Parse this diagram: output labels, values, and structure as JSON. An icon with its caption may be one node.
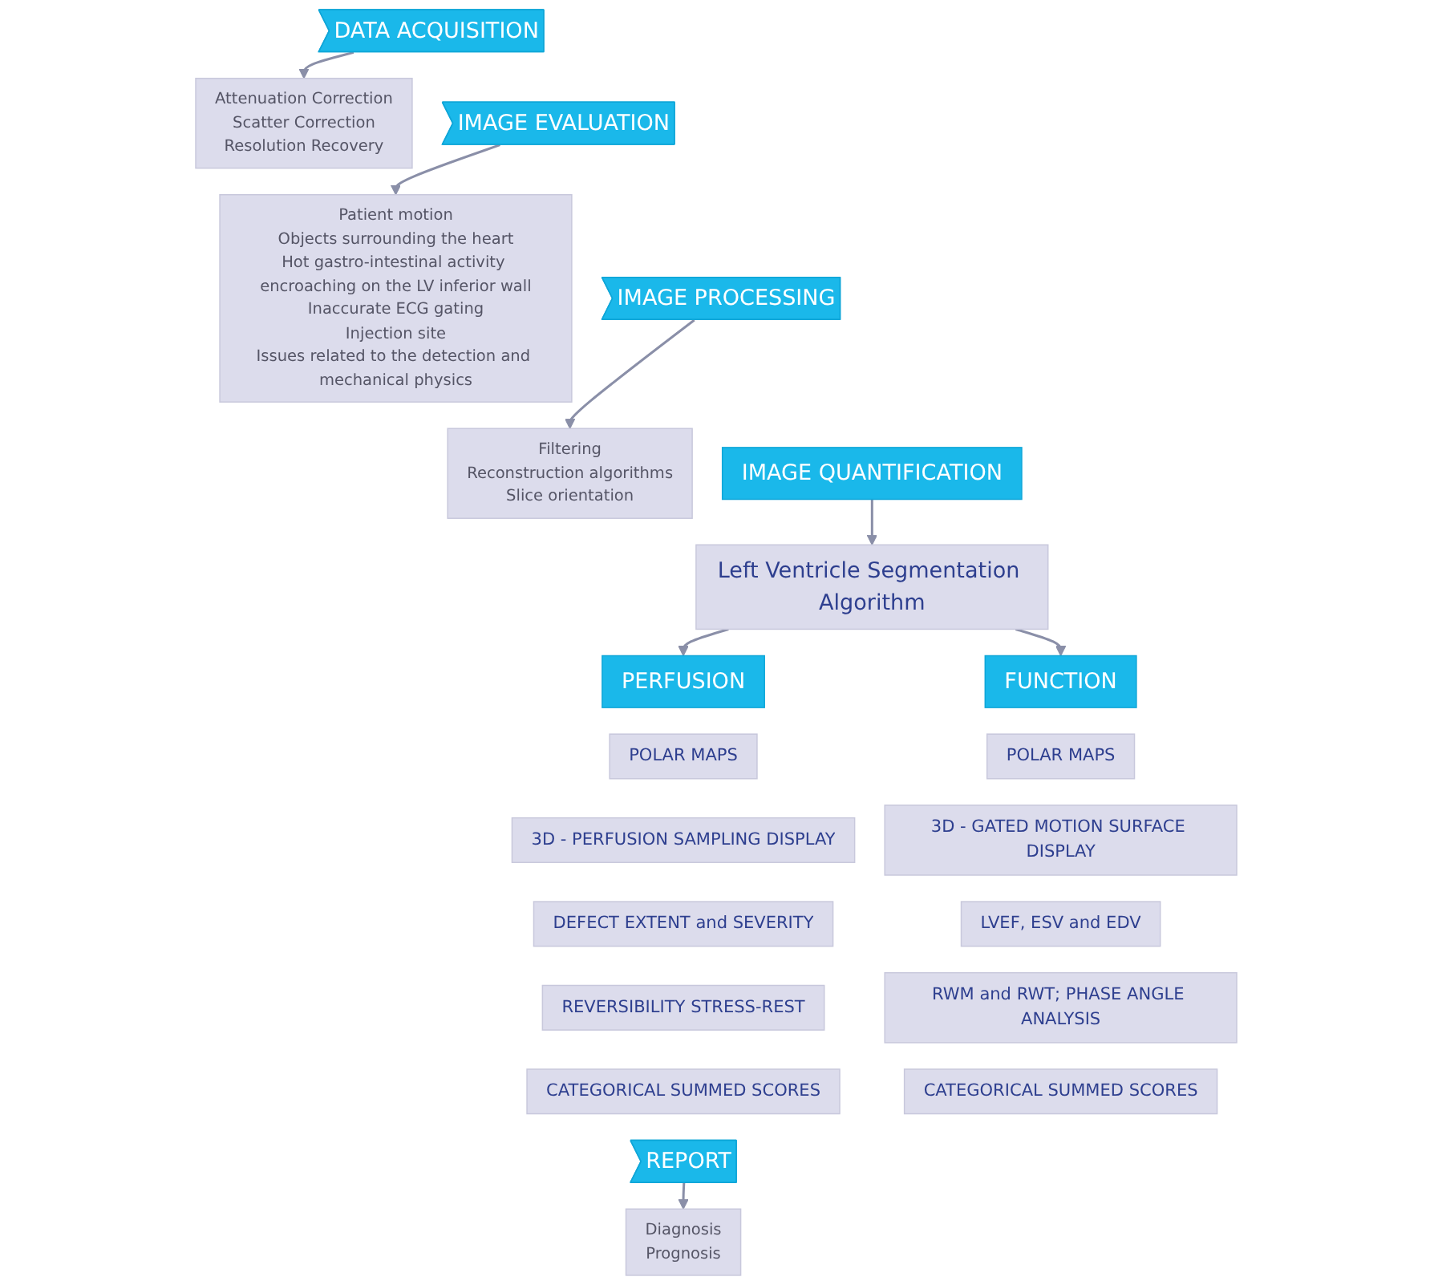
{
  "diagram": {
    "nodes": [
      {
        "text": [
          "DATA ACQUISITION"
        ]
      },
      {
        "text": [
          "Attenuation Correction",
          "Scatter Correction",
          "Resolution Recovery"
        ]
      },
      {
        "text": [
          "IMAGE EVALUATION"
        ]
      },
      {
        "text": [
          "Patient motion",
          "Objects surrounding the heart",
          "Hot gastro-intestinal activity encroaching on the LV inferior wall",
          "Inaccurate ECG gating",
          "Injection site",
          "Issues related to the detection and mechanical physics"
        ]
      },
      {
        "text": [
          "IMAGE PROCESSING"
        ]
      },
      {
        "text": [
          "Filtering",
          "Reconstruction algorithms",
          "Slice orientation"
        ]
      },
      {
        "text": [
          "IMAGE QUANTIFICATION"
        ]
      },
      {
        "text": [
          "Left Ventricle Segmentation Algorithm"
        ]
      },
      {
        "text": [
          "PERFUSION"
        ]
      },
      {
        "text": [
          "FUNCTION"
        ]
      },
      {
        "text": [
          "POLAR MAPS"
        ]
      },
      {
        "text": [
          "POLAR MAPS"
        ]
      },
      {
        "text": [
          "3D - PERFUSION SAMPLING DISPLAY"
        ]
      },
      {
        "text": [
          "3D - GATED MOTION SURFACE DISPLAY"
        ]
      },
      {
        "text": [
          "DEFECT EXTENT and SEVERITY"
        ]
      },
      {
        "text": [
          "LVEF, ESV and EDV"
        ]
      },
      {
        "text": [
          "REVERSIBILITY STRESS-REST"
        ]
      },
      {
        "text": [
          "RWM and RWT; PHASE ANGLE ANALYSIS"
        ]
      },
      {
        "text": [
          "CATEGORICAL SUMMED SCORES"
        ]
      },
      {
        "text": [
          "CATEGORICAL SUMMED SCORES"
        ]
      },
      {
        "text": [
          "REPORT"
        ]
      },
      {
        "text": [
          "Diagnosis",
          "Prognosis"
        ]
      }
    ],
    "edges": [
      {
        "from": 0,
        "to": 1,
        "arrow": "to"
      },
      {
        "from": 2,
        "to": 3,
        "arrow": "to"
      },
      {
        "from": 4,
        "to": 5,
        "arrow": "to"
      },
      {
        "from": 6,
        "to": 7,
        "arrow": "to"
      },
      {
        "from": 7,
        "to": 8,
        "arrow": "to"
      },
      {
        "from": 7,
        "to": 9,
        "arrow": "to"
      },
      {
        "from": 20,
        "to": 21,
        "arrow": "to"
      }
    ]
  }
}
